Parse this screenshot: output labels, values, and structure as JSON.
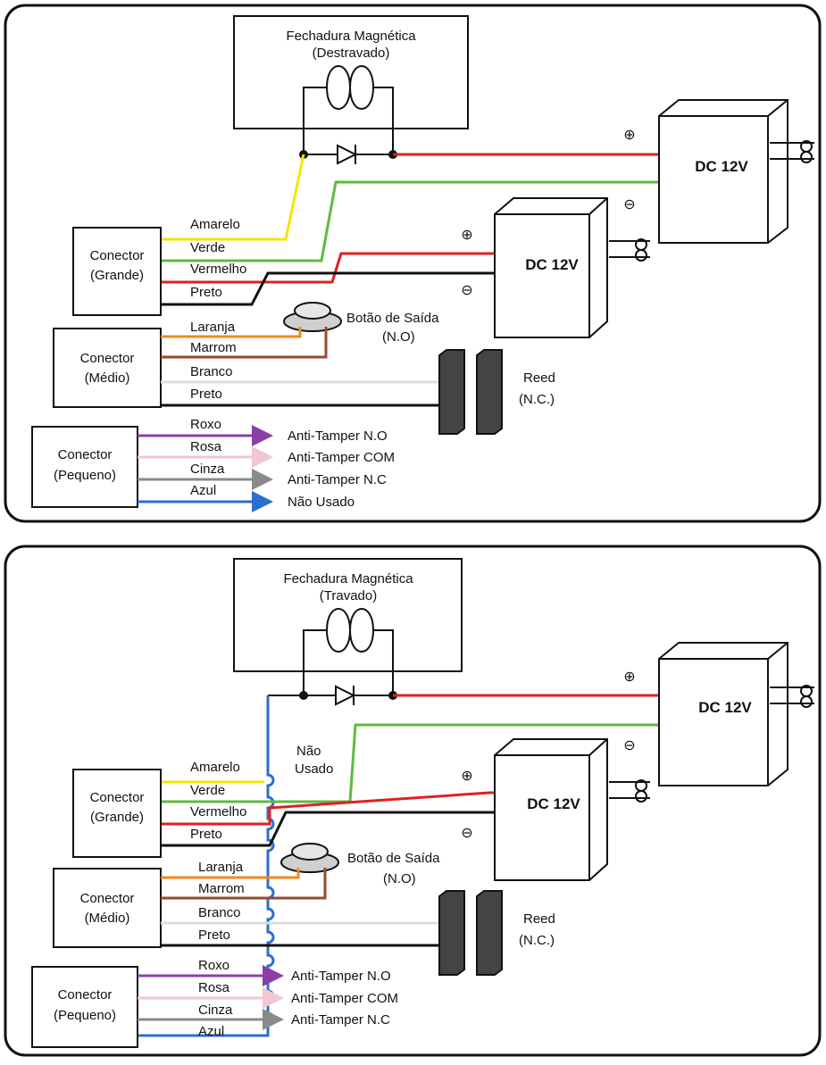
{
  "panels": [
    {
      "lock_title": "Fechadura Magnética",
      "lock_state": "(Destravado)",
      "dc_main": "DC 12V",
      "dc_second": "DC 12V",
      "plus": "⊕",
      "minus": "⊖",
      "button_label": "Botão de Saída",
      "button_mode": "(N.O)",
      "reed_label": "Reed",
      "reed_mode": "(N.C.)",
      "not_used_top": "",
      "connectors": {
        "large": {
          "name": "Conector",
          "size": "(Grande)",
          "wires": [
            "Amarelo",
            "Verde",
            "Vermelho",
            "Preto"
          ]
        },
        "medium": {
          "name": "Conector",
          "size": "(Médio)",
          "wires": [
            "Laranja",
            "Marrom",
            "Branco",
            "Preto"
          ]
        },
        "small": {
          "name": "Conector",
          "size": "(Pequeno)",
          "wires": [
            "Roxo",
            "Rosa",
            "Cinza",
            "Azul"
          ]
        }
      },
      "tamper": [
        "Anti-Tamper N.O",
        "Anti-Tamper COM",
        "Anti-Tamper N.C",
        "Não Usado"
      ]
    },
    {
      "lock_title": "Fechadura Magnética",
      "lock_state": "(Travado)",
      "dc_main": "DC 12V",
      "dc_second": "DC 12V",
      "plus": "⊕",
      "minus": "⊖",
      "button_label": "Botão de Saída",
      "button_mode": "(N.O)",
      "reed_label": "Reed",
      "reed_mode": "(N.C.)",
      "not_used": [
        "Não",
        "Usado"
      ],
      "connectors": {
        "large": {
          "name": "Conector",
          "size": "(Grande)",
          "wires": [
            "Amarelo",
            "Verde",
            "Vermelho",
            "Preto"
          ]
        },
        "medium": {
          "name": "Conector",
          "size": "(Médio)",
          "wires": [
            "Laranja",
            "Marrom",
            "Branco",
            "Preto"
          ]
        },
        "small": {
          "name": "Conector",
          "size": "(Pequeno)",
          "wires": [
            "Roxo",
            "Rosa",
            "Cinza",
            "Azul"
          ]
        }
      },
      "tamper": [
        "Anti-Tamper N.O",
        "Anti-Tamper COM",
        "Anti-Tamper N.C"
      ]
    }
  ],
  "colors": {
    "yellow": "#f2e600",
    "green": "#5dbb3c",
    "red": "#e0201f",
    "black": "#111111",
    "orange": "#f08a1c",
    "brown": "#9a4a2c",
    "white_wire": "#dcdcdc",
    "purple": "#8a3fa8",
    "pink": "#f2c6d2",
    "grey": "#8a8a8a",
    "blue": "#2c6fcc"
  }
}
